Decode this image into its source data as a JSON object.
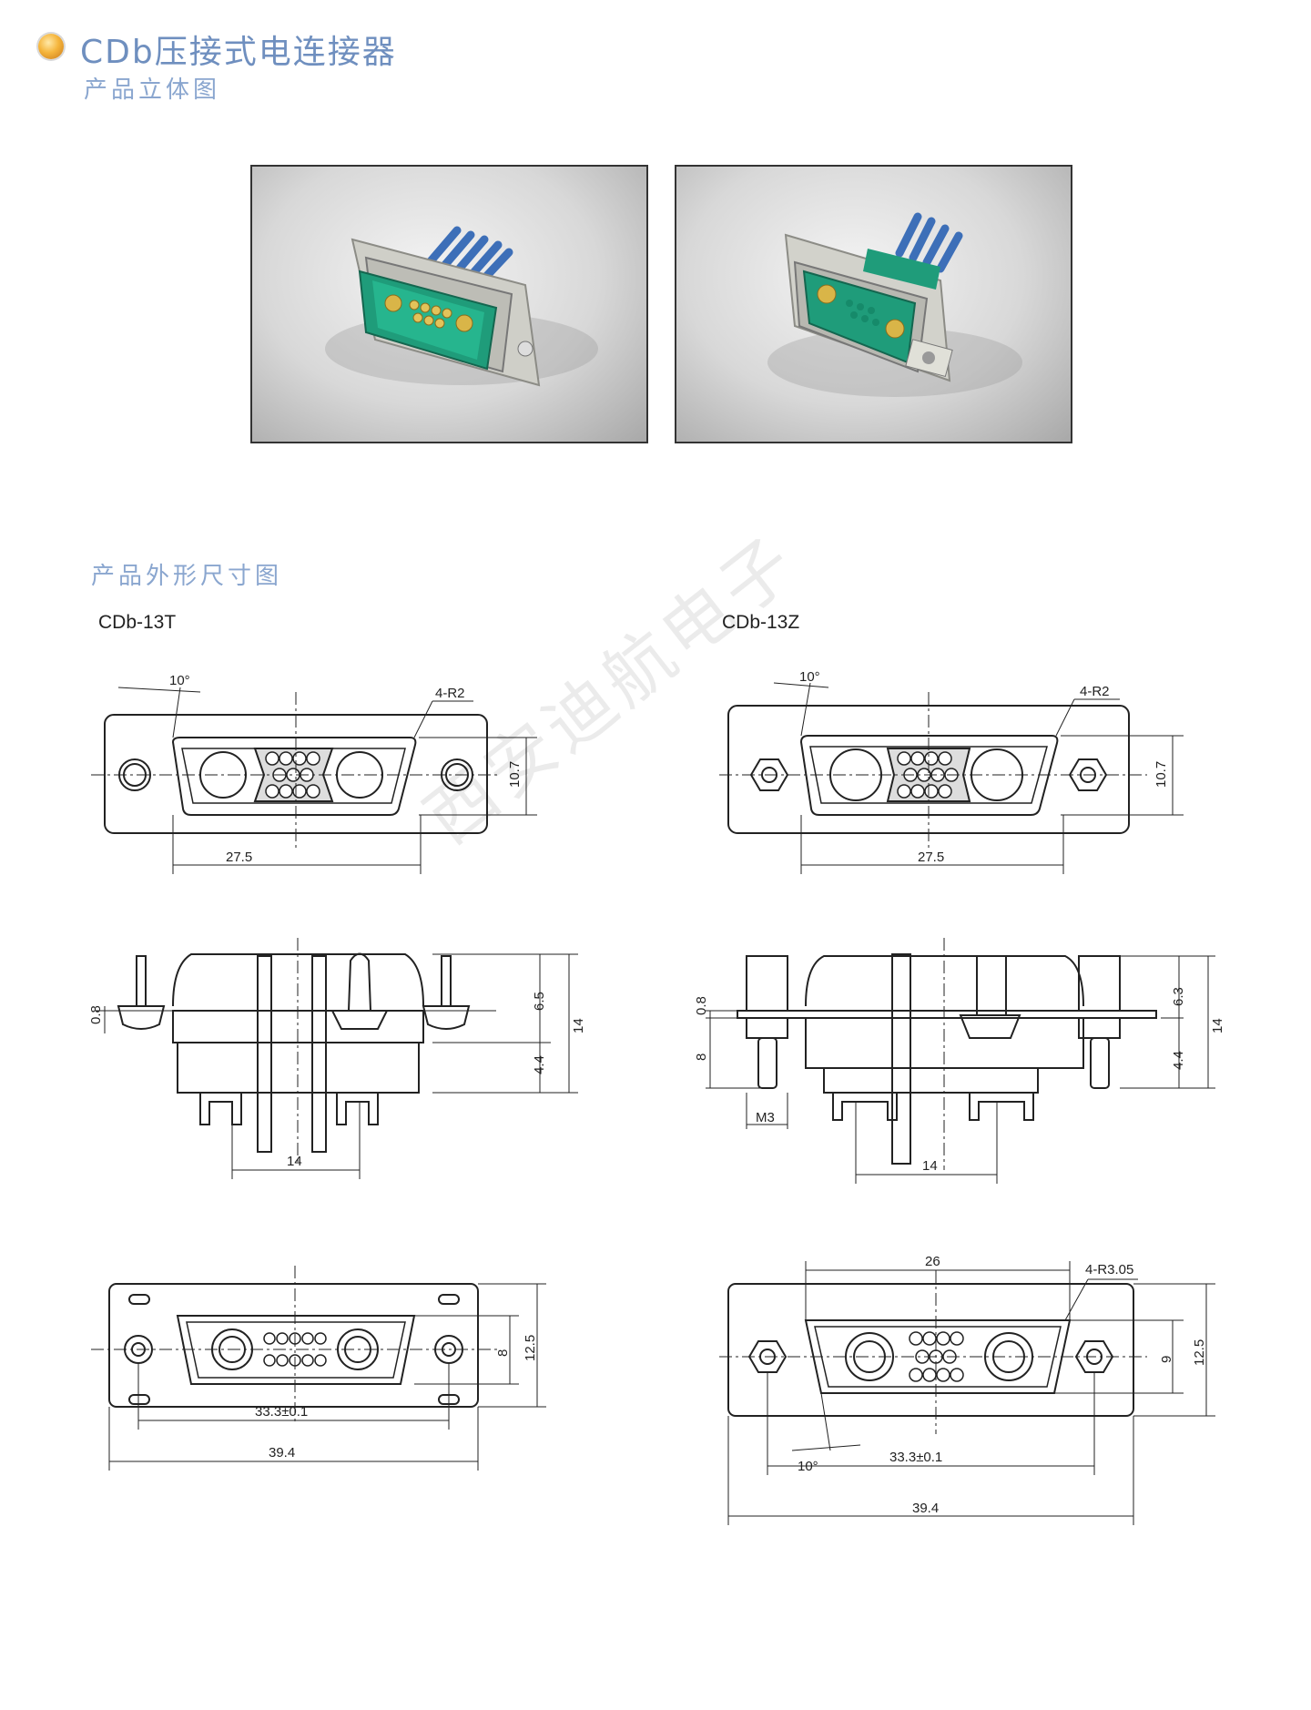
{
  "header": {
    "title": "CDb压接式电连接器",
    "subtitle": "产品立体图"
  },
  "section": {
    "title": "产品外形尺寸图"
  },
  "models": {
    "left": "CDb-13T",
    "right": "CDb-13Z"
  },
  "dims_13T": {
    "top_angle": "10°",
    "top_radius": "4-R2",
    "top_height": "10.7",
    "top_width": "27.5",
    "side_pin": "0.8",
    "side_upper": "6.5",
    "side_lower": "4.4",
    "side_total": "14",
    "side_spacing": "14",
    "bottom_height_inner": "8",
    "bottom_height_outer": "12.5",
    "bottom_pitch": "33.3±0.1",
    "bottom_overall": "39.4"
  },
  "dims_13Z": {
    "top_angle": "10°",
    "top_radius": "4-R2",
    "top_height": "10.7",
    "top_width": "27.5",
    "side_pin": "0.8",
    "side_nut": "8",
    "side_thread": "M3",
    "side_upper": "6.3",
    "side_lower": "4.4",
    "side_total": "14",
    "side_spacing": "14",
    "bottom_top_width": "26",
    "bottom_radius": "4-R3.05",
    "bottom_height_inner": "9",
    "bottom_height_outer": "12.5",
    "bottom_angle": "10°",
    "bottom_pitch": "33.3±0.1",
    "bottom_overall": "39.4"
  },
  "watermark": "西安迪航电子"
}
